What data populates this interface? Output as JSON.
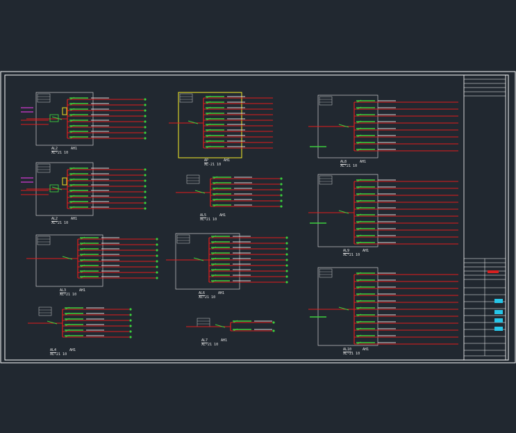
{
  "colors": {
    "background": "#212830",
    "frame": "#ffffff",
    "busbar": "#e21d1d",
    "breaker": "#3dd13d",
    "text": "#e8e8e8",
    "highlight_box": "#e6df2a",
    "accent_magenta": "#d13ad1",
    "accent_cyan": "#27c6e8"
  },
  "panels": [
    {
      "id": "AL2",
      "label": "AL2",
      "sub": "XL-21 10",
      "tag": "AH1"
    },
    {
      "id": "AL2b",
      "label": "AL2",
      "sub": "XL-21 10",
      "tag": "AH1"
    },
    {
      "id": "AL3",
      "label": "AL3",
      "sub": "XL-21 10",
      "tag": "AH1"
    },
    {
      "id": "AL4",
      "label": "AL4",
      "sub": "XL-21 10",
      "tag": "AH1"
    },
    {
      "id": "AP",
      "label": "AP",
      "sub": "XL-21 10",
      "tag": "AH1"
    },
    {
      "id": "AL5",
      "label": "AL5",
      "sub": "XL-21 10",
      "tag": "AH1"
    },
    {
      "id": "AL6",
      "label": "AL6",
      "sub": "XL-21 10",
      "tag": "AH1"
    },
    {
      "id": "AL7",
      "label": "AL7",
      "sub": "XL-21 10",
      "tag": "AH1"
    },
    {
      "id": "AL8",
      "label": "AL8",
      "sub": "XL-21 10",
      "tag": "AH1"
    },
    {
      "id": "AL9",
      "label": "AL9",
      "sub": "XL-21 10",
      "tag": "AH1"
    },
    {
      "id": "AL10",
      "label": "AL10",
      "sub": "XL-21 10",
      "tag": "AH1"
    }
  ],
  "title_block": {
    "rows": [
      "",
      "",
      "",
      "",
      "",
      ""
    ]
  }
}
